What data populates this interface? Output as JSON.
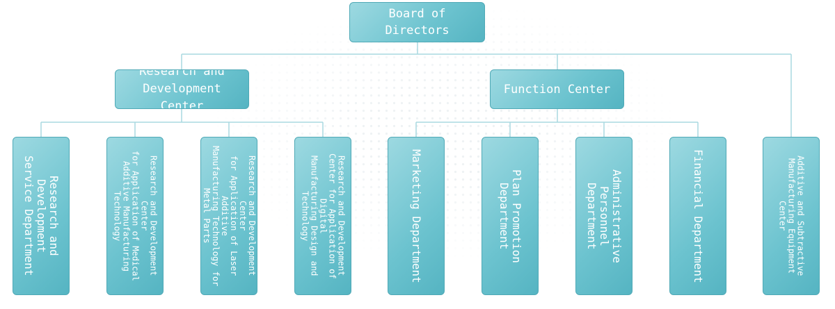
{
  "org_chart": {
    "root": {
      "label": "Board of Directors"
    },
    "centers": [
      {
        "label": "Research and\nDevelopment Center"
      },
      {
        "label": "Function Center"
      }
    ],
    "departments": [
      {
        "label": "Research and Development\nService Department"
      },
      {
        "label": "Research and Development Center\nfor Application of Medical\nAdditive Manufacturing Technology"
      },
      {
        "label": "Research and Development Center\nfor Application of Laser Additive\nManufacturing Technology for\nMetal Parts"
      },
      {
        "label": "Research and Development\nCenter for Application of Digital\nManufacturing Design and Technology"
      },
      {
        "label": "Marketing Department"
      },
      {
        "label": "Plan Promotion Department"
      },
      {
        "label": "Administrative Personnel\nDepartment"
      },
      {
        "label": "Financial Department"
      },
      {
        "label": "Additive and Subtractive\nManufacturing Equipment Center"
      }
    ]
  },
  "colors": {
    "box_fill": "#6cc3cf",
    "box_border": "#4fa9b6",
    "connector": "#a9d9e0",
    "text": "#ffffff"
  }
}
